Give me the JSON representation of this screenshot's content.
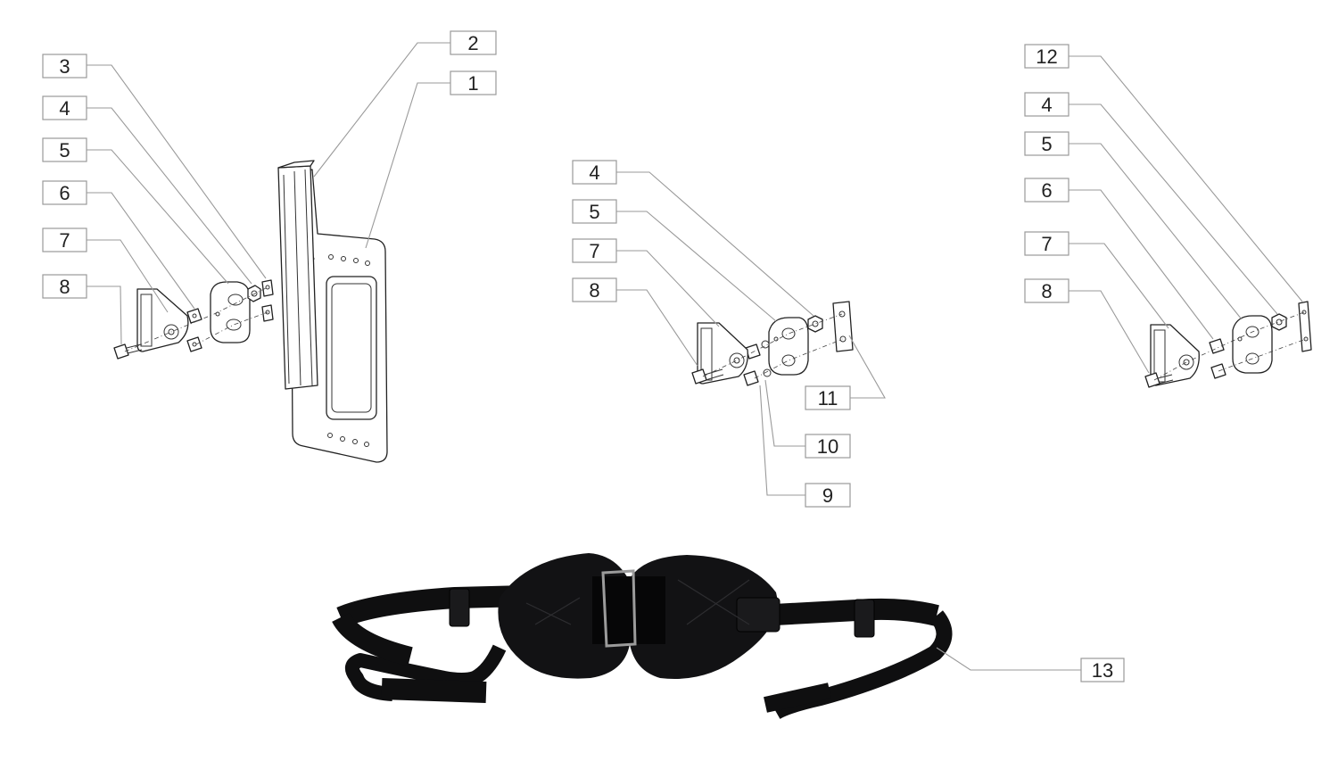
{
  "diagram": {
    "left_assembly": {
      "callouts": [
        "3",
        "4",
        "5",
        "6",
        "7",
        "8",
        "2",
        "1"
      ]
    },
    "middle_assembly": {
      "callouts": [
        "4",
        "5",
        "7",
        "8",
        "11",
        "10",
        "9"
      ]
    },
    "right_assembly": {
      "callouts": [
        "12",
        "4",
        "5",
        "6",
        "7",
        "8"
      ]
    },
    "belt": {
      "callouts": [
        "13"
      ]
    }
  },
  "colors": {
    "line": "#222222",
    "leader": "#9a9a9a",
    "strap": "#0f0f10"
  }
}
